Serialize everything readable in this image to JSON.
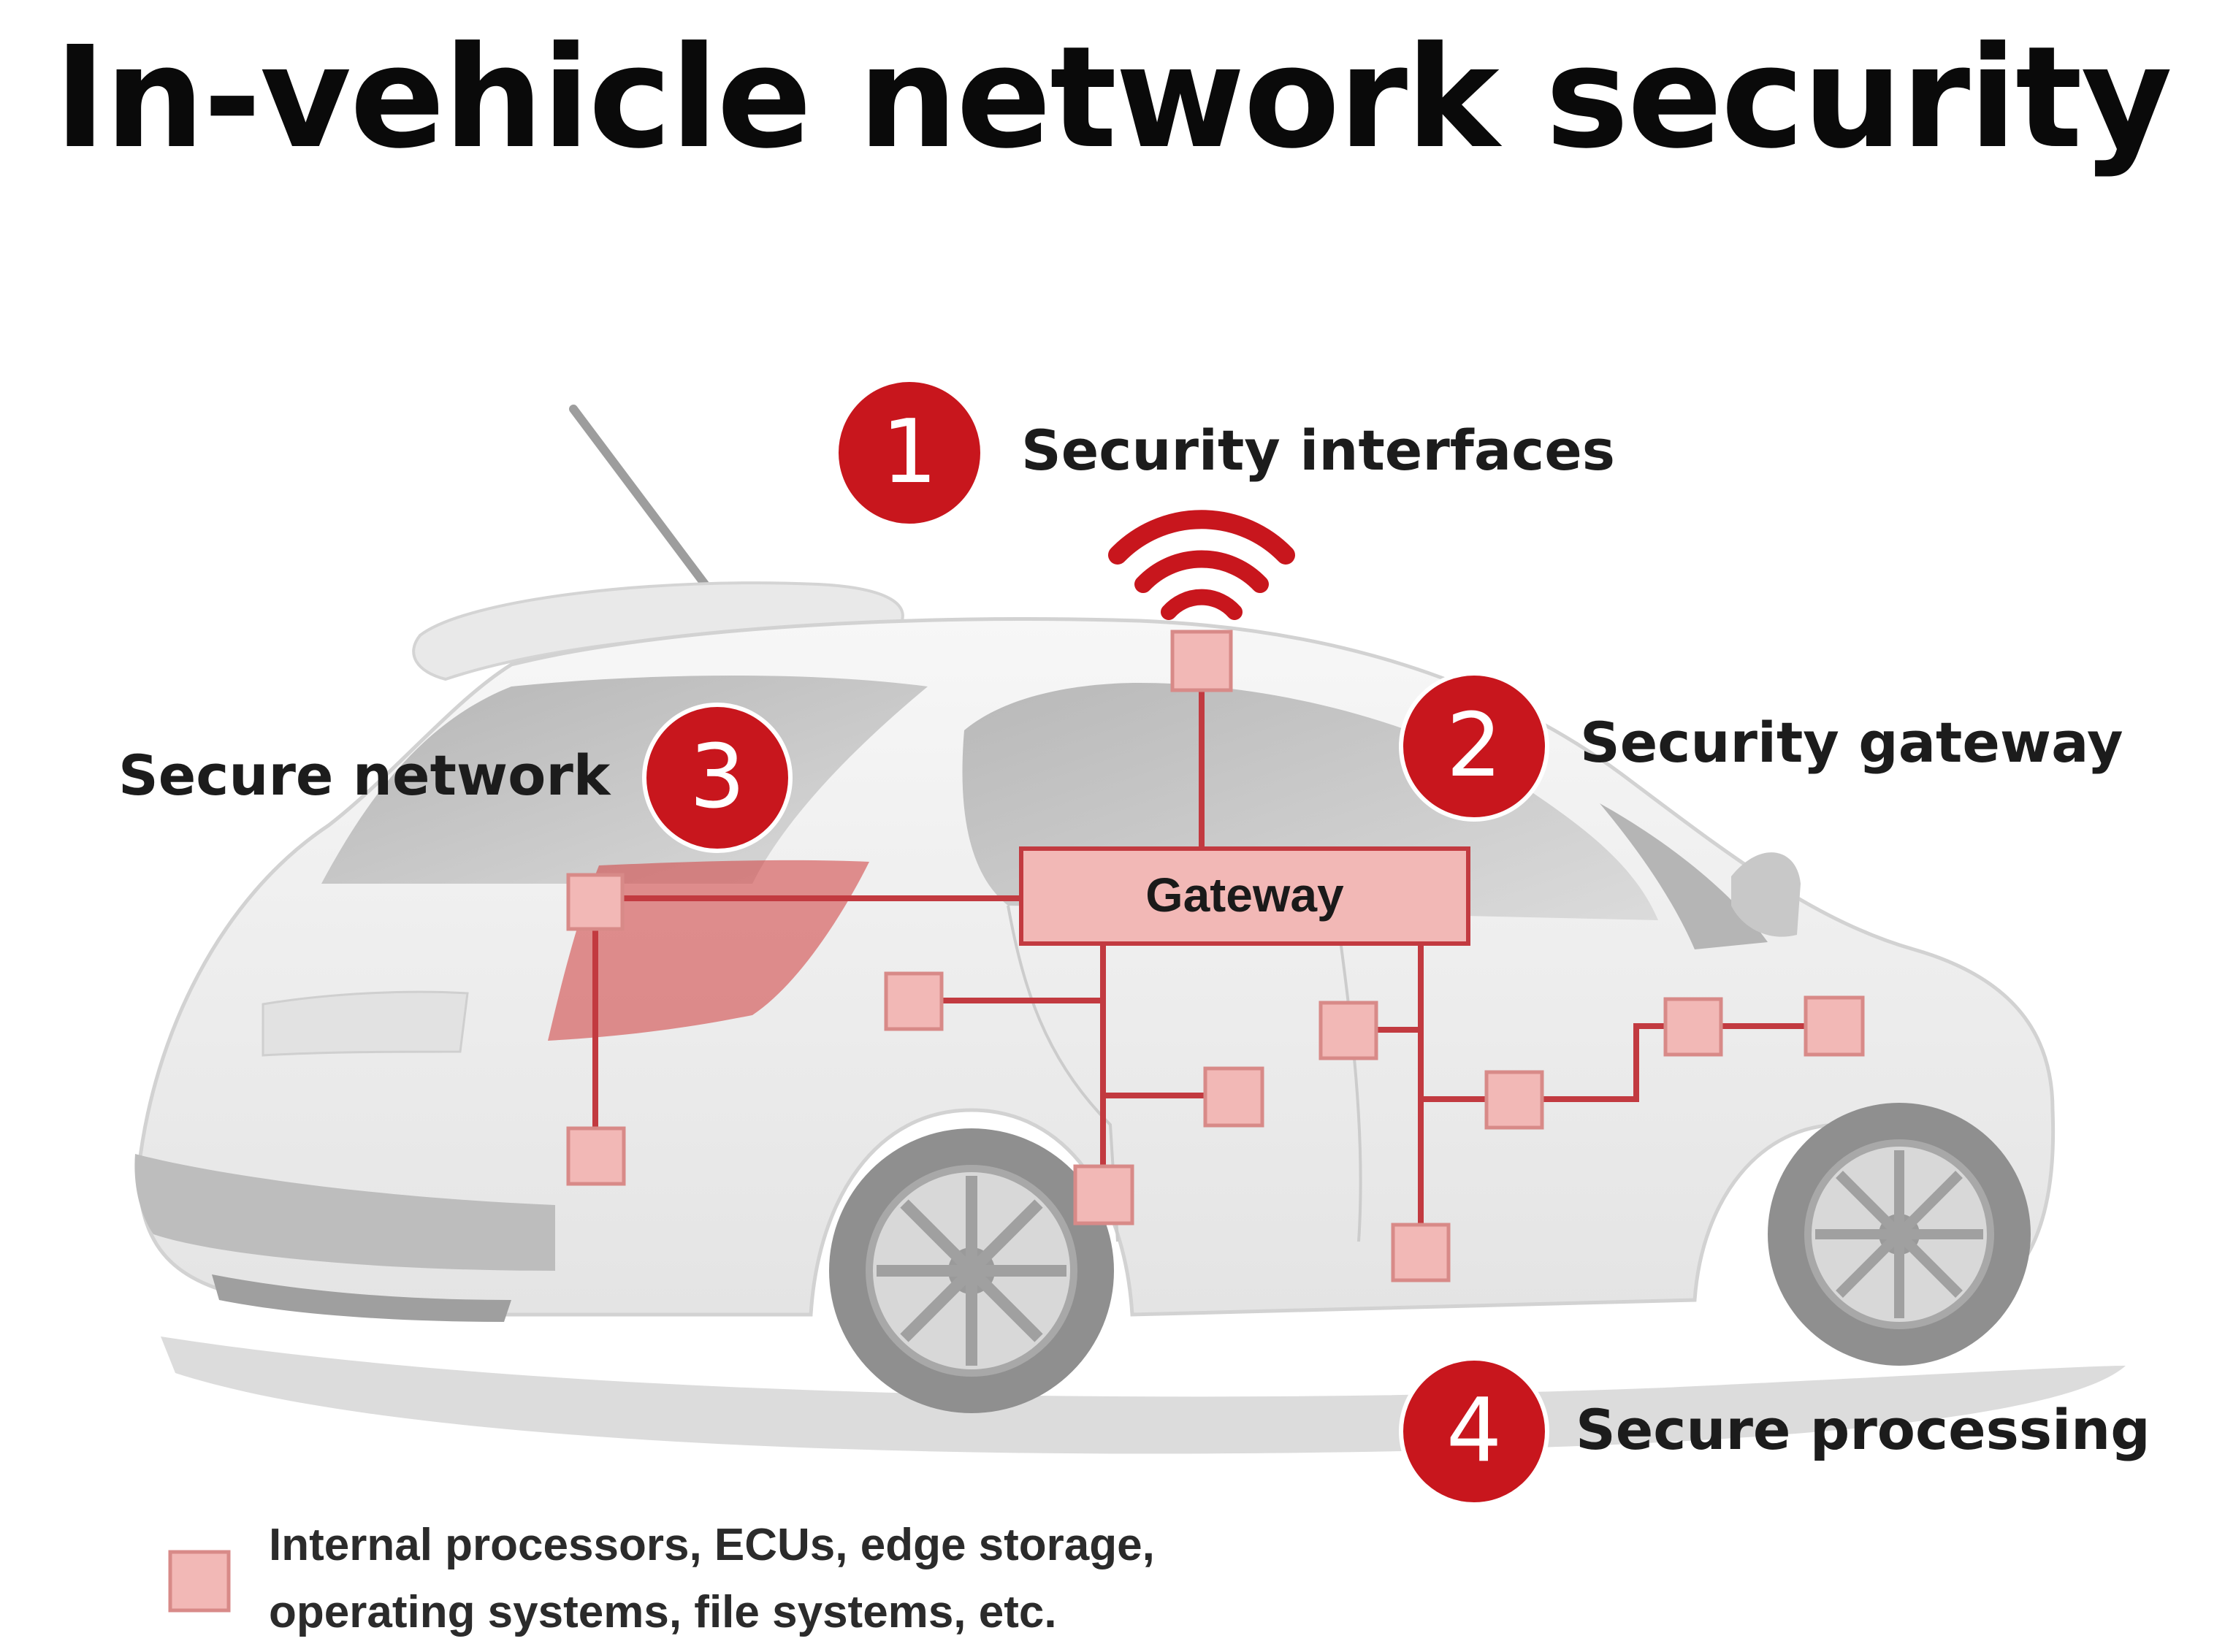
{
  "title": "In-vehicle network security",
  "callouts": [
    {
      "number": "1",
      "label": "Security interfaces"
    },
    {
      "number": "2",
      "label": "Security gateway"
    },
    {
      "number": "3",
      "label": "Secure network"
    },
    {
      "number": "4",
      "label": "Secure processing"
    }
  ],
  "gateway": {
    "label": "Gateway"
  },
  "legend": {
    "line1": "Internal processors, ECUs, edge storage,",
    "line2": "operating systems, file systems, etc."
  },
  "colors": {
    "accent_red": "#c8161d",
    "network_line": "#c23a40",
    "node_fill": "#f2b8b6",
    "node_stroke": "#d88a88",
    "car_body": "#f1f1f1",
    "car_shadow": "#cfcfcf",
    "window": "#bdbdbd"
  },
  "icons": {
    "wireless": "wifi-signal-icon",
    "vehicle": "car-illustration"
  }
}
